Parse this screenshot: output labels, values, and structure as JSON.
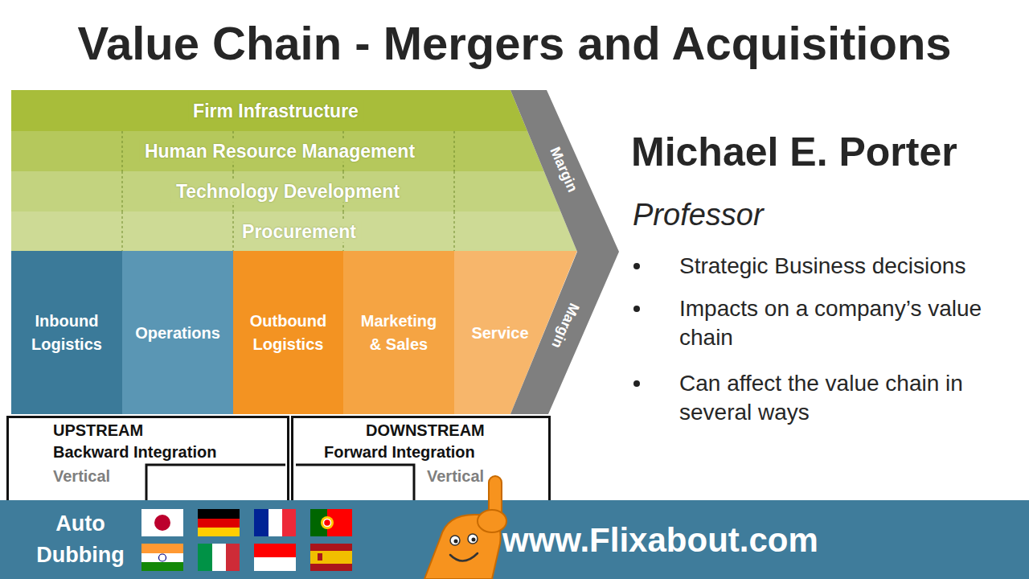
{
  "diagram": {
    "title": "Value Chain - Mergers and Acquisitions",
    "nodes": [
      {
        "text": [
          "Firm Infrastructure"
        ]
      },
      {
        "text": [
          "Human Resource Management"
        ]
      },
      {
        "text": [
          "Technology Development"
        ]
      },
      {
        "text": [
          "Procurement"
        ]
      },
      {
        "text": [
          "Inbound Logistics"
        ]
      },
      {
        "text": [
          "Operations"
        ]
      },
      {
        "text": [
          "Outbound Logistics"
        ]
      },
      {
        "text": [
          "Marketing & Sales"
        ]
      },
      {
        "text": [
          "Service"
        ]
      },
      {
        "text": [
          "Margin",
          "Margin"
        ]
      },
      {
        "text": [
          "UPSTREAM",
          "Backward Integration",
          "Vertical"
        ]
      },
      {
        "text": [
          "DOWNSTREAM",
          "Forward Integration",
          "Vertical"
        ]
      }
    ],
    "labels": [
      "Michael E. Porter",
      "Professor",
      "Strategic Business decisions",
      "Impacts on a company’s value chain",
      "Can affect the value chain in several ways",
      "Auto Dubbing",
      "www.Flixabout.com"
    ]
  }
}
